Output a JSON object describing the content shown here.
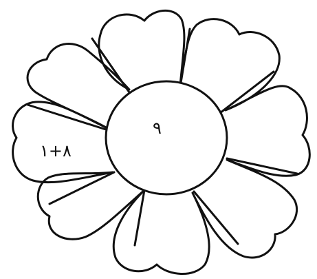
{
  "worksheet": {
    "center_number": "٩",
    "petals": [
      {
        "index": 1,
        "expression": ""
      },
      {
        "index": 2,
        "expression": ""
      },
      {
        "index": 3,
        "expression": ""
      },
      {
        "index": 4,
        "expression": ""
      },
      {
        "index": 5,
        "expression": ""
      },
      {
        "index": 6,
        "expression": ""
      },
      {
        "index": 7,
        "expression": ""
      },
      {
        "index": 8,
        "expression": "٨+١"
      }
    ]
  },
  "colors": {
    "line": "#111111",
    "background": "#ffffff"
  }
}
